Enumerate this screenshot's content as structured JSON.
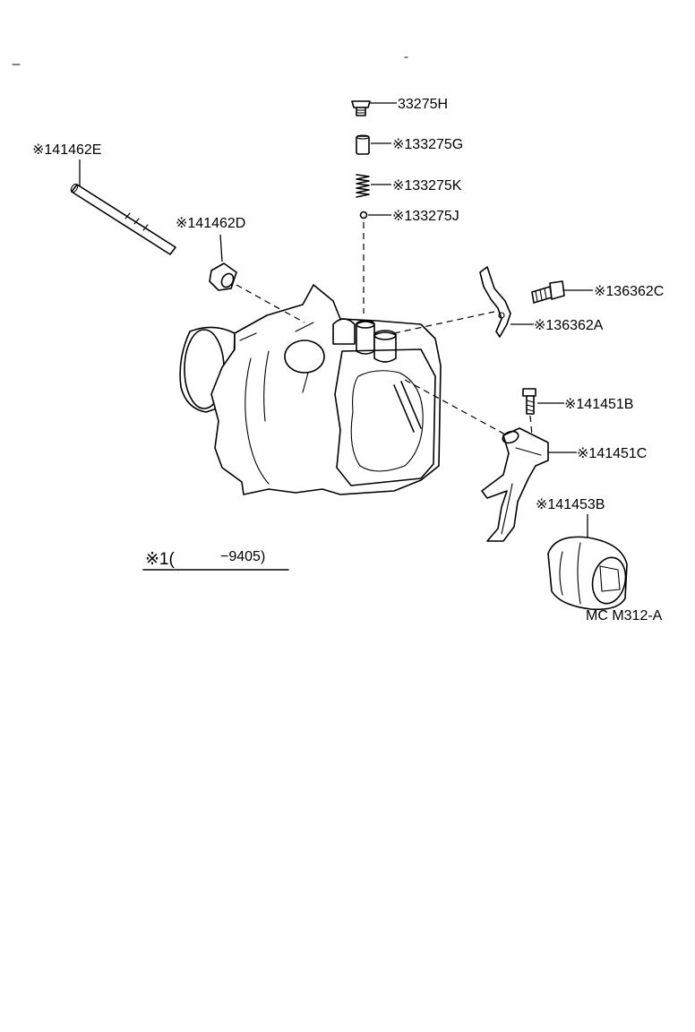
{
  "callouts": {
    "part_33275H": "33275H",
    "part_133275G": "※133275G",
    "part_133275K": "※133275K",
    "part_133275J": "※133275J",
    "part_141462E": "※141462E",
    "part_141462D": "※141462D",
    "part_136362C": "※136362C",
    "part_136362A": "※136362A",
    "part_141451B": "※141451B",
    "part_141451C": "※141451C",
    "part_141453B": "※141453B"
  },
  "note": {
    "marker": "※1(",
    "range": "−9405)"
  },
  "figure_code": "MC M312-A"
}
